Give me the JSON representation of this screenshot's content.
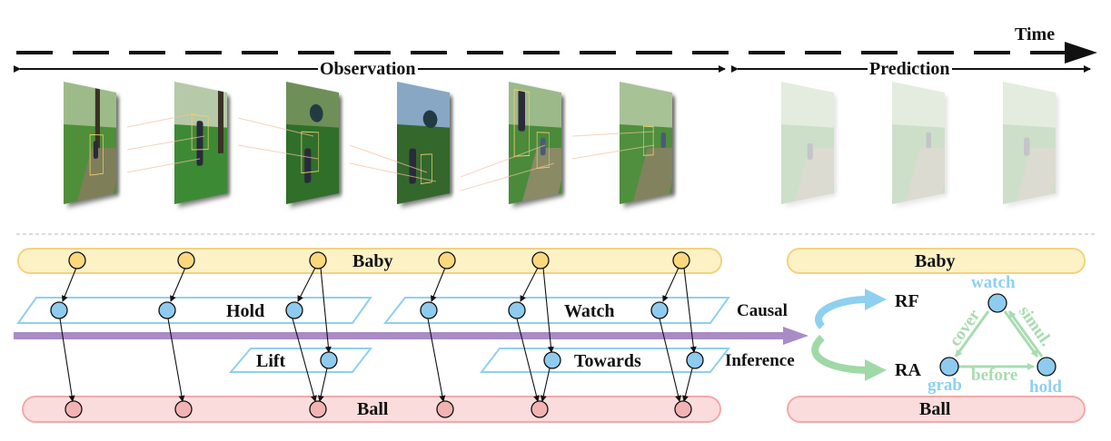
{
  "timeline": {
    "time_label": "Time",
    "observation_label": "Observation",
    "prediction_label": "Prediction"
  },
  "lanes": {
    "baby_label": "Baby",
    "ball_label": "Ball",
    "hold_label": "Hold",
    "lift_label": "Lift",
    "watch_label": "Watch",
    "towards_label": "Towards"
  },
  "inference": {
    "causal_label": "Causal",
    "inference_label": "Inference",
    "rf_label": "RF",
    "ra_label": "RA"
  },
  "relation_graph": {
    "watch": "watch",
    "grab": "grab",
    "hold": "hold",
    "cover": "cover",
    "simul": "simul.",
    "before": "before"
  },
  "prediction": {
    "baby_label": "Baby",
    "ball_label": "Ball"
  },
  "colors": {
    "baby_fill": "#fdf1c6",
    "baby_stroke": "#f2d37e",
    "baby_node": "#fbd77d",
    "ball_fill": "#fbdcdc",
    "ball_stroke": "#f3a9a9",
    "ball_node": "#f4b3b3",
    "action_stroke": "#8fd0f0",
    "action_node": "#8ecbee",
    "arrow_purple": "#a98bc6",
    "arrow_blue": "#8fd0f0",
    "arrow_green": "#9fd9a6",
    "relation_blue_text": "#8fd0f0",
    "relation_green": "#a8dcb0"
  }
}
